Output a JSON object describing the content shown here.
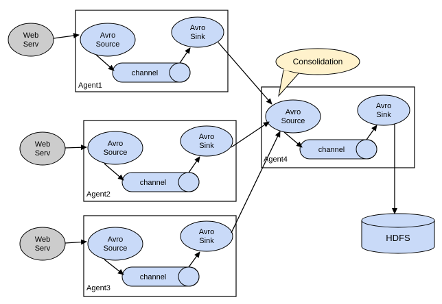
{
  "diagram": {
    "agents": [
      {
        "label": "Agent1",
        "webserv": [
          "Web",
          "Serv"
        ],
        "source": [
          "Avro",
          "Source"
        ],
        "sink": [
          "Avro",
          "Sink"
        ],
        "channel": "channel"
      },
      {
        "label": "Agent2",
        "webserv": [
          "Web",
          "Serv"
        ],
        "source": [
          "Avro",
          "Source"
        ],
        "sink": [
          "Avro",
          "Sink"
        ],
        "channel": "channel"
      },
      {
        "label": "Agent3",
        "webserv": [
          "Web",
          "Serv"
        ],
        "source": [
          "Avro",
          "Source"
        ],
        "sink": [
          "Avro",
          "Sink"
        ],
        "channel": "channel"
      },
      {
        "label": "Agent4",
        "source": [
          "Avro",
          "Source"
        ],
        "sink": [
          "Avro",
          "Sink"
        ],
        "channel": "channel"
      }
    ],
    "consolidation": "Consolidation",
    "hdfs": "HDFS"
  },
  "colors": {
    "node_fill": "#c9daf8",
    "webserv_fill": "#cccccc",
    "callout_fill": "#fff2cc",
    "stroke": "#000000"
  }
}
